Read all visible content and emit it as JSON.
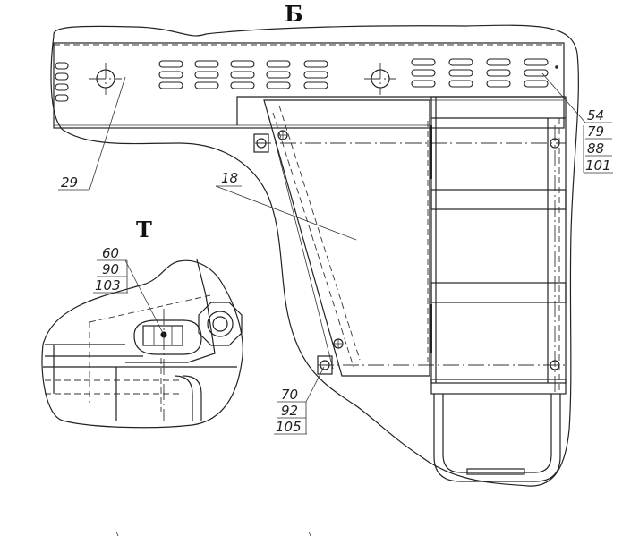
{
  "views": {
    "b_label": "Б",
    "t_label": "Т"
  },
  "callouts": {
    "c29": "29",
    "c18": "18",
    "c54": "54",
    "c79": "79",
    "c88": "88",
    "c101": "101",
    "c60": "60",
    "c90": "90",
    "c103": "103",
    "c70": "70",
    "c92": "92",
    "c105": "105"
  }
}
